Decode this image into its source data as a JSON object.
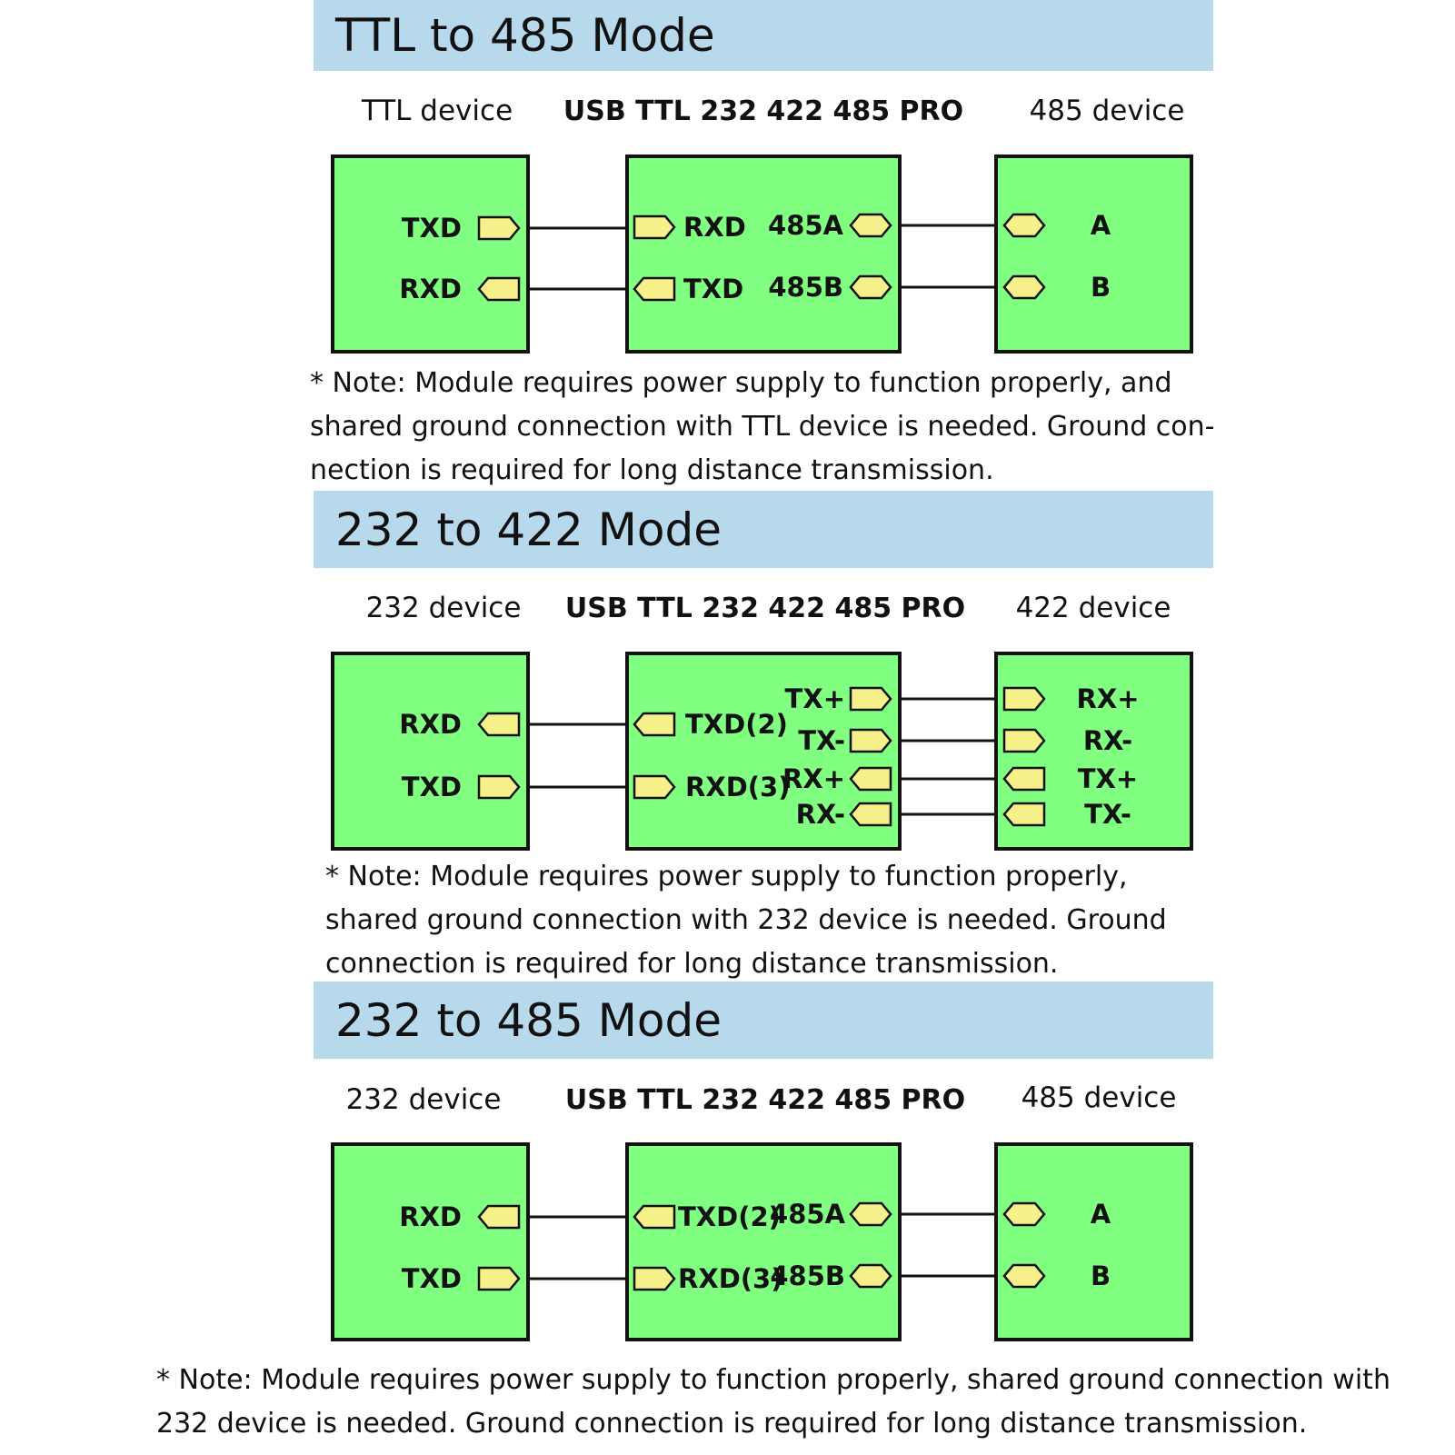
{
  "sections": [
    {
      "banner": "TTL to 485 Mode",
      "left_device": "TTL device",
      "module_title": "USB TTL 232 422 485 PRO",
      "right_device": "485 device",
      "left_pins": [
        "TXD",
        "RXD"
      ],
      "module_left_pins": [
        "RXD",
        "TXD"
      ],
      "module_right_pins": [
        "485A",
        "485B"
      ],
      "right_pins": [
        "A",
        "B"
      ],
      "note_lines": [
        "* Note: Module requires power supply to function properly, and",
        "shared ground connection with TTL device is needed. Ground con-",
        "nection is required for long distance transmission."
      ]
    },
    {
      "banner": "232 to 422 Mode",
      "left_device": "232 device",
      "module_title": "USB TTL 232 422 485 PRO",
      "right_device": "422 device",
      "left_pins": [
        "RXD",
        "TXD"
      ],
      "module_left_pins": [
        "TXD(2)",
        "RXD(3)"
      ],
      "module_right_pins": [
        "TX+",
        "TX-",
        "RX+",
        "RX-"
      ],
      "right_pins": [
        "RX+",
        "RX-",
        "TX+",
        "TX-"
      ],
      "note_lines": [
        "* Note: Module requires power supply to function properly,",
        "shared ground connection with 232 device is needed. Ground",
        "connection is required for long distance transmission."
      ]
    },
    {
      "banner": "232 to 485 Mode",
      "left_device": "232 device",
      "module_title": "USB TTL 232 422 485 PRO",
      "right_device": "485 device",
      "left_pins": [
        "RXD",
        "TXD"
      ],
      "module_left_pins": [
        "TXD(2)",
        "RXD(3)"
      ],
      "module_right_pins": [
        "485A",
        "485B"
      ],
      "right_pins": [
        "A",
        "B"
      ],
      "note_lines": [
        "* Note: Module requires power supply to function properly, shared ground connection with",
        "232 device is needed. Ground connection is required for long distance transmission."
      ]
    }
  ],
  "colors": {
    "banner": "#b8d8ec",
    "box_fill": "#80ff80",
    "connector_fill": "#f6f08a",
    "line": "#111111"
  }
}
